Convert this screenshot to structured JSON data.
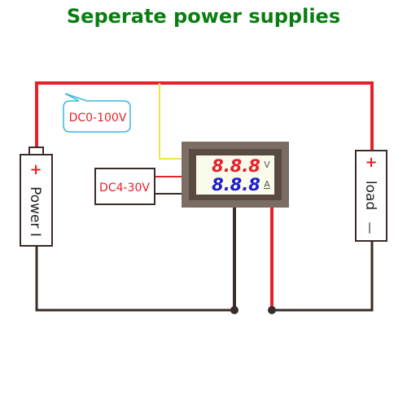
{
  "title": "Seperate power supplies",
  "colors": {
    "title": "#0a7d12",
    "red_wire": "#e8202a",
    "yellow_wire": "#f2e24a",
    "black_wire": "#3a2c27",
    "panel_outer": "#7b6d63",
    "panel_inner": "#5a4b42",
    "display_bg": "#fbfbec",
    "volt_digits": "#e8202a",
    "amp_digits": "#1e1ecf",
    "bubble_border": "#39b8de",
    "label_red": "#e8202a"
  },
  "bubble": {
    "text": "DC0-100V"
  },
  "supply_small": {
    "text": "DC4-30V"
  },
  "power": {
    "label": "Power I",
    "plus": "+"
  },
  "load": {
    "label": "load",
    "plus": "+",
    "minus": "—"
  },
  "meter": {
    "volt_reading": "8.8.8",
    "amp_reading": "8.8.8",
    "volt_unit": "V",
    "amp_unit": "A"
  }
}
